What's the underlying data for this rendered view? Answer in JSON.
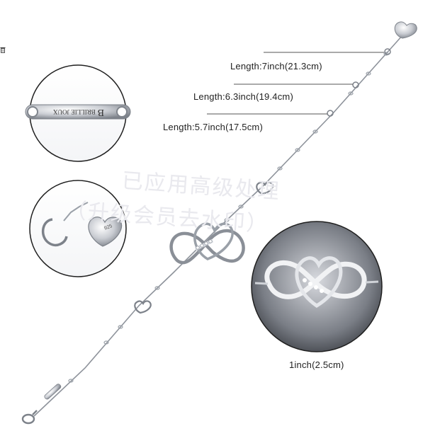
{
  "labels": {
    "length_7": "Length:7inch(21.3cm)",
    "length_63": "Length:6.3inch(19.4cm)",
    "length_57": "Length:5.7inch(17.5cm)",
    "size_1inch": "1inch(2.5cm)"
  },
  "engraving": {
    "brand_text": "BRILLIE JOUX",
    "initial": "B"
  },
  "watermark": {
    "line1": "已应用高级处理",
    "line2": "（升级会员去水印）"
  },
  "heart_tag_stamp": "925"
}
